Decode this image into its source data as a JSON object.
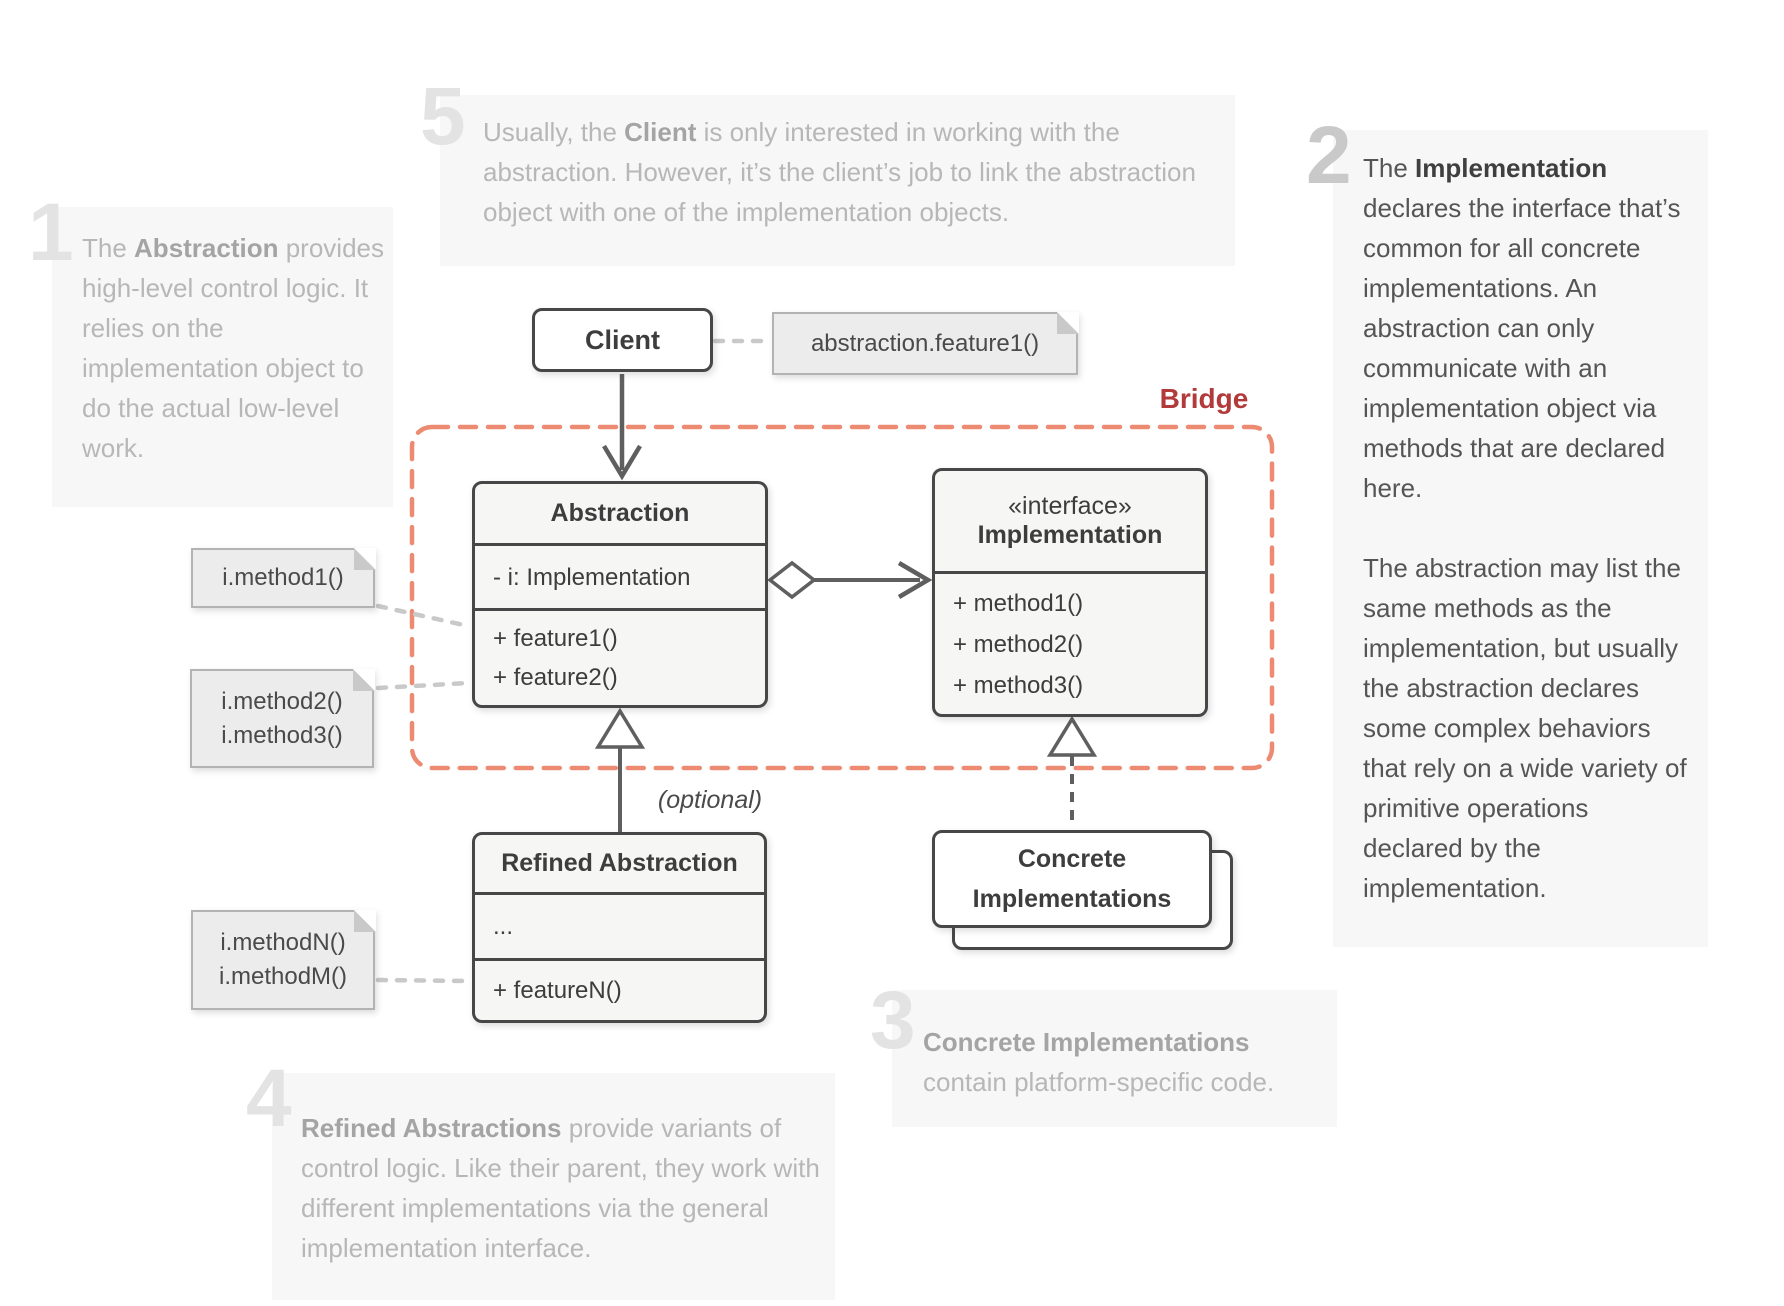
{
  "title": "Bridge design pattern structure",
  "colors": {
    "bridge_dash": "#ec8a72",
    "bridge_label": "#b23a3a",
    "box_border": "#474747",
    "box_fill": "#f6f6f5",
    "sticky_fill": "#ececec",
    "panel_fill": "#f7f7f7",
    "line": "#5f5f5f",
    "connector_dash": "#c9c9c9",
    "faded_text": "#b7b7b7",
    "active_text": "#555555"
  },
  "bridge_label": "Bridge",
  "optional_label": "(optional)",
  "client": {
    "title": "Client"
  },
  "client_note": "abstraction.feature1()",
  "abstraction": {
    "title": "Abstraction",
    "attribute": "- i: Implementation",
    "methods": [
      "+ feature1()",
      "+ feature2()"
    ]
  },
  "implementation": {
    "stereotype": "«interface»",
    "title": "Implementation",
    "methods": [
      "+ method1()",
      "+ method2()",
      "+ method3()"
    ]
  },
  "refined": {
    "title": "Refined Abstraction",
    "attribute": "...",
    "methods": [
      "+ featureN()"
    ]
  },
  "concrete": {
    "line1": "Concrete",
    "line2": "Implementations"
  },
  "sticky_notes": [
    {
      "lines": [
        "i.method1()"
      ]
    },
    {
      "lines": [
        "i.method2()",
        "i.method3()"
      ]
    },
    {
      "lines": [
        "i.methodN()",
        "i.methodM()"
      ]
    }
  ],
  "annotations": [
    {
      "num": "1",
      "pre": "The ",
      "bold": "Abstraction",
      "post": " provides high-level control logic. It relies on the implementation object to do the actual low-level work.",
      "extra": ""
    },
    {
      "num": "2",
      "pre": "The ",
      "bold": "Implementation",
      "post": " declares the interface that’s common for all concrete implementations. An abstraction can only communicate with an implementation object via methods that are declared here.",
      "extra": "The abstraction may list the same methods as the implementation, but usually the abstraction declares some complex behaviors that rely on a wide variety of primitive operations declared by the implementation."
    },
    {
      "num": "3",
      "pre": "",
      "bold": "Concrete Implementations",
      "post": " contain platform-specific code.",
      "extra": ""
    },
    {
      "num": "4",
      "pre": "",
      "bold": "Refined Abstractions",
      "post": " provide variants of control logic. Like their parent, they work with different implementations via the general implementation interface.",
      "extra": ""
    },
    {
      "num": "5",
      "pre": "Usually, the ",
      "bold": "Client",
      "post": " is only interested in working with the abstraction. However, it’s the client’s job to link the abstraction object with one of the implementation objects.",
      "extra": ""
    }
  ]
}
